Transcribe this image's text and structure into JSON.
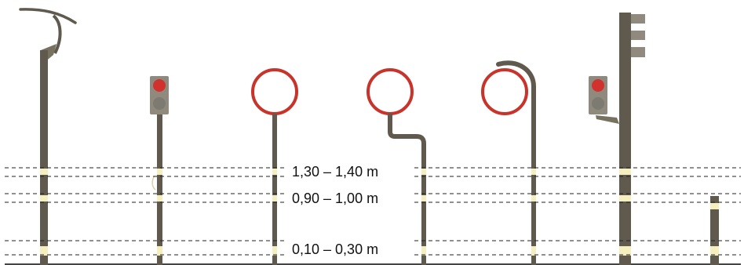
{
  "diagram": {
    "levels": [
      {
        "id": "upper",
        "label": "1,30 – 1,40 m"
      },
      {
        "id": "middle",
        "label": "0,90 – 1,00 m"
      },
      {
        "id": "lower",
        "label": "0,10 – 0,30 m"
      }
    ],
    "objects": [
      {
        "id": "street-lamp",
        "icon": "street-lamp-icon"
      },
      {
        "id": "pedestrian-signal-left",
        "icon": "traffic-light-icon"
      },
      {
        "id": "round-sign-straight-pole",
        "icon": "round-sign-icon"
      },
      {
        "id": "round-sign-offset-pole",
        "icon": "round-sign-icon"
      },
      {
        "id": "round-sign-curved-pole",
        "icon": "round-sign-icon"
      },
      {
        "id": "traffic-signal-mast",
        "icon": "traffic-light-icon"
      },
      {
        "id": "bollard",
        "icon": "bollard-icon"
      }
    ],
    "colors": {
      "pole": "#5f5a4d",
      "pole_dark": "#3f3b33",
      "signal_housing": "#8f8a7d",
      "red_light": "#d2322d",
      "off_light": "#7d7a71",
      "sign_ring": "#c8332b",
      "contrast_band": "#f5efbf",
      "dashed_line": "#222222",
      "ground": "#444444"
    }
  }
}
